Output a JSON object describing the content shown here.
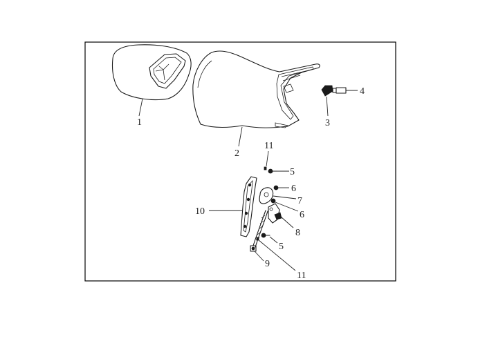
{
  "callouts": [
    {
      "id": "c1",
      "text": "1"
    },
    {
      "id": "c2",
      "text": "2"
    },
    {
      "id": "c3",
      "text": "3"
    },
    {
      "id": "c4",
      "text": "4"
    },
    {
      "id": "c5a",
      "text": "5"
    },
    {
      "id": "c5b",
      "text": "5"
    },
    {
      "id": "c6a",
      "text": "6"
    },
    {
      "id": "c6b",
      "text": "6"
    },
    {
      "id": "c7",
      "text": "7"
    },
    {
      "id": "c8",
      "text": "8"
    },
    {
      "id": "c9",
      "text": "9"
    },
    {
      "id": "c10",
      "text": "10"
    },
    {
      "id": "c11a",
      "text": "11"
    },
    {
      "id": "c11b",
      "text": "11"
    }
  ]
}
